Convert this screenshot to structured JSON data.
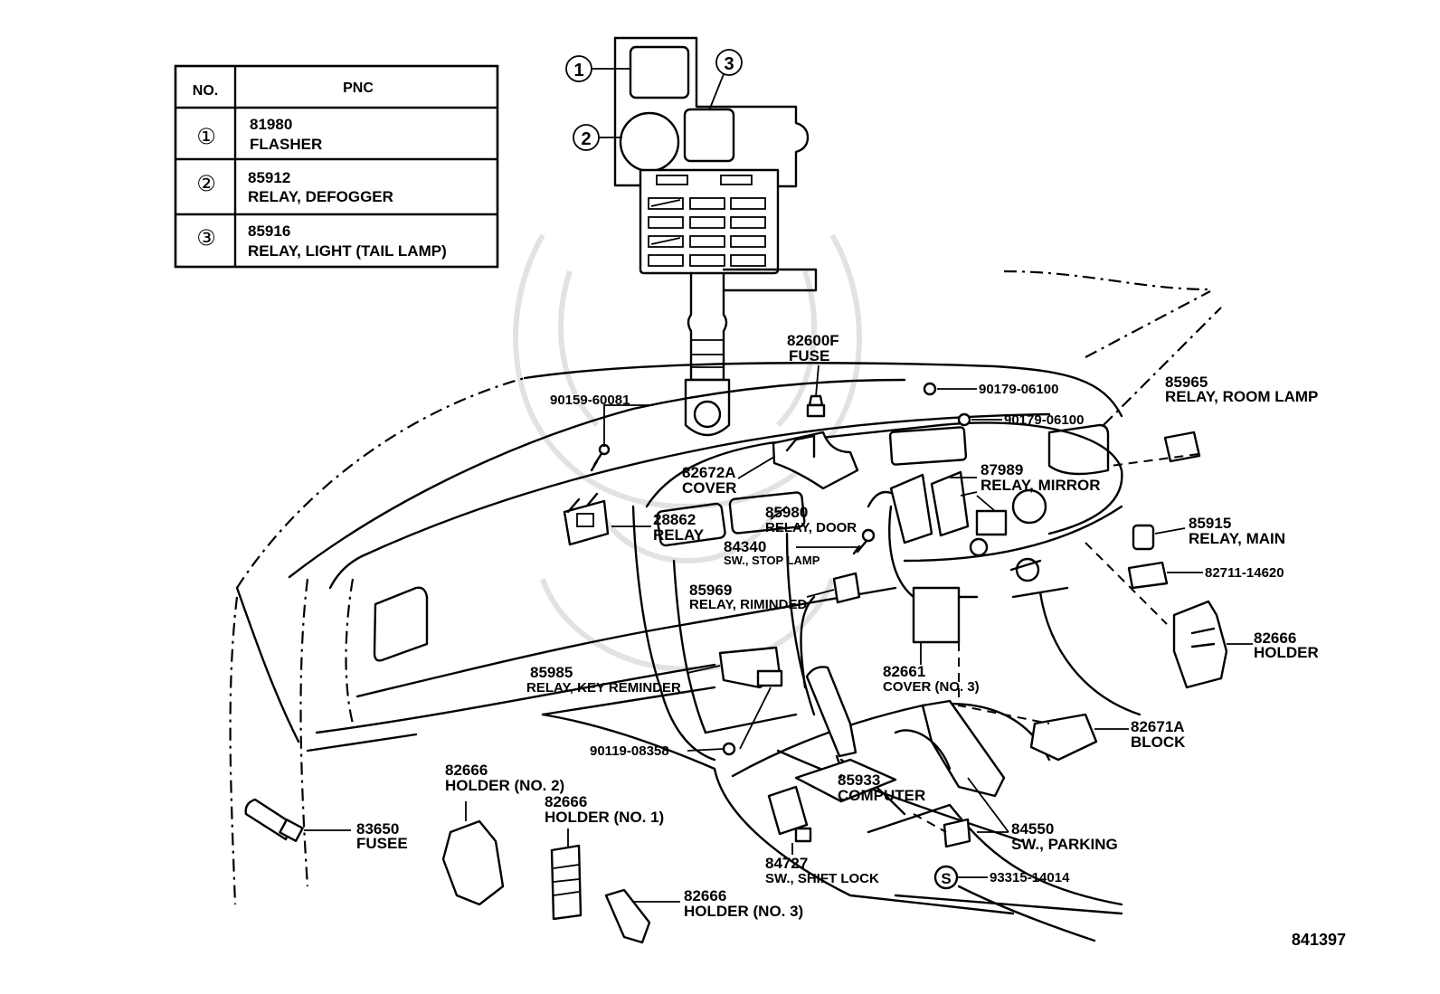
{
  "table": {
    "header_no": "NO.",
    "header_pnc": "PNC",
    "rows": [
      {
        "no": "①",
        "pnc": "81980",
        "name": "FLASHER"
      },
      {
        "no": "②",
        "pnc": "85912",
        "name": "RELAY, DEFOGGER"
      },
      {
        "no": "③",
        "pnc": "85916",
        "name": "RELAY, LIGHT (TAIL LAMP)"
      }
    ]
  },
  "callouts": {
    "c1": "①",
    "c2": "②",
    "c3": "③",
    "s": "S"
  },
  "parts": {
    "p82600F_num": "82600F",
    "p82600F_name": "FUSE",
    "p90159": "90159-60081",
    "p90179a": "90179-06100",
    "p90179b": "90179-06100",
    "p85965_num": "85965",
    "p85965_name": "RELAY, ROOM LAMP",
    "p82672A_num": "82672A",
    "p82672A_name": "COVER",
    "p87989_num": "87989",
    "p87989_name": "RELAY, MIRROR",
    "p85980_num": "85980",
    "p85980_name": "RELAY, DOOR",
    "p28862_num": "28862",
    "p28862_name": "RELAY",
    "p84340_num": "84340",
    "p84340_name": "SW., STOP LAMP",
    "p85915_num": "85915",
    "p85915_name": "RELAY, MAIN",
    "p82711": "82711-14620",
    "p85969_num": "85969",
    "p85969_name": "RELAY, RIMINDED",
    "p82666h_num": "82666",
    "p82666h_name": "HOLDER",
    "p82661_num": "82661",
    "p82661_name": "COVER (NO. 3)",
    "p85985_num": "85985",
    "p85985_name": "RELAY, KEY REMINDER",
    "p82671A_num": "82671A",
    "p82671A_name": "BLOCK",
    "p90119": "90119-08358",
    "p82666n2_num": "82666",
    "p82666n2_name": "HOLDER (NO. 2)",
    "p85933_num": "85933",
    "p85933_name": "COMPUTER",
    "p82666n1_num": "82666",
    "p82666n1_name": "HOLDER (NO. 1)",
    "p84550_num": "84550",
    "p84550_name": "SW., PARKING",
    "p83650_num": "83650",
    "p83650_name": "FUSEE",
    "p84727_num": "84727",
    "p84727_name": "SW., SHIFT LOCK",
    "p93315": "93315-14014",
    "p82666n3_num": "82666",
    "p82666n3_name": "HOLDER (NO. 3)"
  },
  "drawing_number": "841397"
}
